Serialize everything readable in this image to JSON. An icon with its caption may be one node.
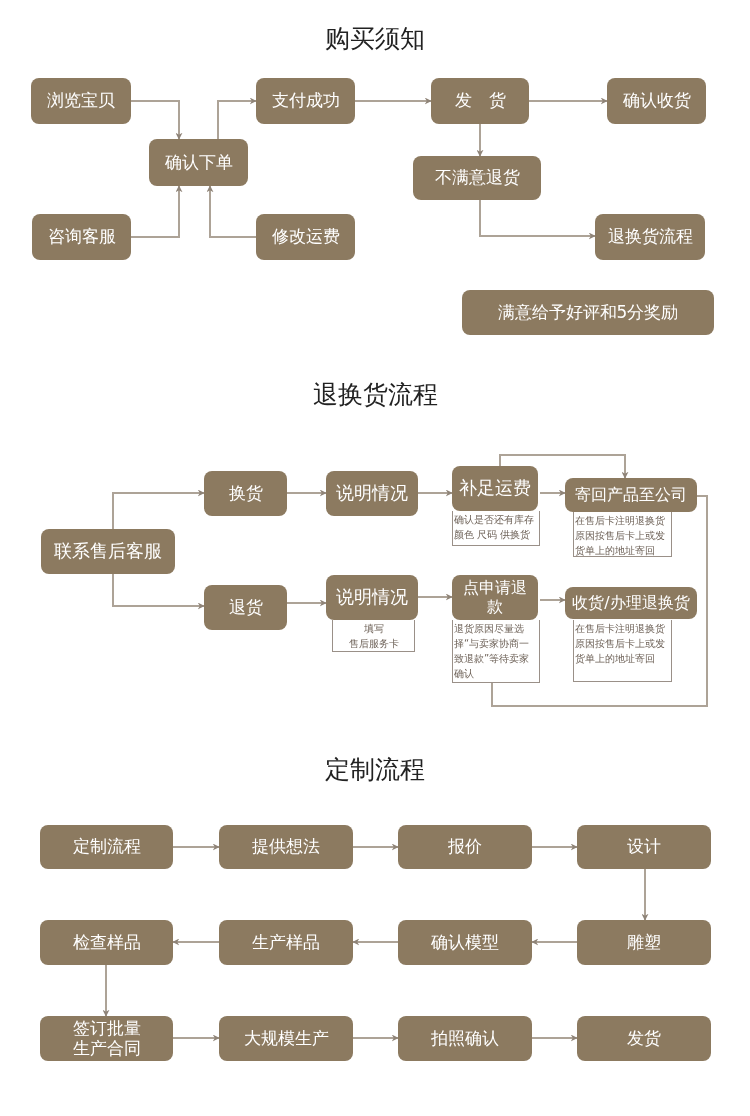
{
  "diagram": {
    "title": "购买须知",
    "nodes": [
      {
        "text": [
          "浏览宝贝"
        ]
      },
      {
        "text": [
          "确认下单"
        ]
      },
      {
        "text": [
          "咨询客服"
        ]
      },
      {
        "text": [
          "修改运费"
        ]
      },
      {
        "text": [
          "支付成功"
        ]
      },
      {
        "text": [
          "发　货"
        ]
      },
      {
        "text": [
          "确认收货"
        ]
      },
      {
        "text": [
          "不满意退货"
        ]
      },
      {
        "text": [
          "退换货流程"
        ]
      },
      {
        "text": [
          "满意给予好评和5分奖励"
        ]
      },
      {
        "text": [
          "联系售后客服"
        ]
      },
      {
        "text": [
          "换货"
        ]
      },
      {
        "text": [
          "说明情况"
        ]
      },
      {
        "text": [
          "补足运费",
          "确认是否还有库存颜色 尺码 供换货"
        ]
      },
      {
        "text": [
          "寄回产品至公司",
          "在售后卡注明退换货原因按售后卡上或发货单上的地址寄回"
        ]
      },
      {
        "text": [
          "退货"
        ]
      },
      {
        "text": [
          "说明情况",
          "填写",
          "售后服务卡"
        ]
      },
      {
        "text": [
          "点申请退款",
          "退货原因尽量选择“与卖家协商一致退款”等待卖家确认"
        ]
      },
      {
        "text": [
          "收货/办理退换货",
          "在售后卡注明退换货原因按售后卡上或发货单上的地址寄回"
        ]
      },
      {
        "text": [
          "定制流程"
        ]
      },
      {
        "text": [
          "提供想法"
        ]
      },
      {
        "text": [
          "报价"
        ]
      },
      {
        "text": [
          "设计"
        ]
      },
      {
        "text": [
          "检查样品"
        ]
      },
      {
        "text": [
          "生产样品"
        ]
      },
      {
        "text": [
          "确认模型"
        ]
      },
      {
        "text": [
          "雕塑"
        ]
      },
      {
        "text": [
          "签订批量生产合同"
        ]
      },
      {
        "text": [
          "大规模生产"
        ]
      },
      {
        "text": [
          "拍照确认"
        ]
      },
      {
        "text": [
          "发货"
        ]
      }
    ],
    "edges": [
      {
        "from": 0,
        "to": 1,
        "arrow": "to"
      },
      {
        "from": 2,
        "to": 1,
        "arrow": "to"
      },
      {
        "from": 3,
        "to": 1,
        "arrow": "to"
      },
      {
        "from": 1,
        "to": 4,
        "arrow": "to"
      },
      {
        "from": 4,
        "to": 5,
        "arrow": "to"
      },
      {
        "from": 5,
        "to": 6,
        "arrow": "to"
      },
      {
        "from": 5,
        "to": 7,
        "arrow": "to"
      },
      {
        "from": 7,
        "to": 8,
        "arrow": "to"
      },
      {
        "from": 10,
        "to": 11,
        "arrow": "to"
      },
      {
        "from": 10,
        "to": 15,
        "arrow": "to"
      },
      {
        "from": 11,
        "to": 12,
        "arrow": "to"
      },
      {
        "from": 12,
        "to": 13,
        "arrow": "to"
      },
      {
        "from": 13,
        "to": 14,
        "arrow": "to"
      },
      {
        "from": 13,
        "to": 14,
        "arrow": "to"
      },
      {
        "from": 15,
        "to": 16,
        "arrow": "to"
      },
      {
        "from": 16,
        "to": 17,
        "arrow": "to"
      },
      {
        "from": 17,
        "to": 18,
        "arrow": "to"
      },
      {
        "from": 17,
        "to": 14,
        "arrow": "none"
      },
      {
        "from": 19,
        "to": 20,
        "arrow": "to"
      },
      {
        "from": 20,
        "to": 21,
        "arrow": "to"
      },
      {
        "from": 21,
        "to": 22,
        "arrow": "to"
      },
      {
        "from": 22,
        "to": 26,
        "arrow": "to"
      },
      {
        "from": 26,
        "to": 25,
        "arrow": "to"
      },
      {
        "from": 25,
        "to": 24,
        "arrow": "to"
      },
      {
        "from": 24,
        "to": 23,
        "arrow": "to"
      },
      {
        "from": 23,
        "to": 27,
        "arrow": "to"
      },
      {
        "from": 27,
        "to": 28,
        "arrow": "to"
      },
      {
        "from": 28,
        "to": 29,
        "arrow": "to"
      },
      {
        "from": 29,
        "to": 30,
        "arrow": "to"
      }
    ],
    "labels": [
      "退换货流程",
      "定制流程"
    ]
  }
}
